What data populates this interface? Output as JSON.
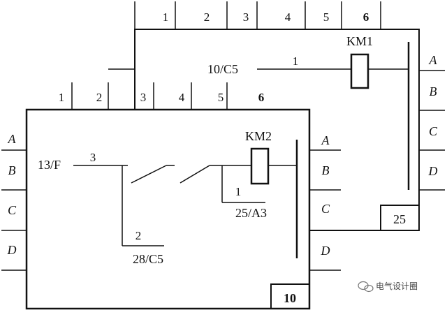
{
  "sheet_back": {
    "columns": [
      "1",
      "2",
      "3",
      "4",
      "5",
      "6"
    ],
    "rows": [
      "A",
      "B",
      "C",
      "D"
    ],
    "page_number": "25",
    "ref_in": "10/C5",
    "wire_number": "1",
    "coil": "KM1"
  },
  "sheet_front": {
    "columns": [
      "1",
      "2",
      "3",
      "4",
      "5",
      "6"
    ],
    "rows_left": [
      "A",
      "B",
      "C",
      "D"
    ],
    "rows_right": [
      "A",
      "B",
      "C",
      "D"
    ],
    "page_number": "10",
    "ref_in": "13/F",
    "wire_in": "3",
    "coil": "KM2",
    "branch1_wire": "1",
    "branch1_ref": "25/A3",
    "branch2_wire": "2",
    "branch2_ref": "28/C5"
  },
  "watermark": "电气设计圈"
}
